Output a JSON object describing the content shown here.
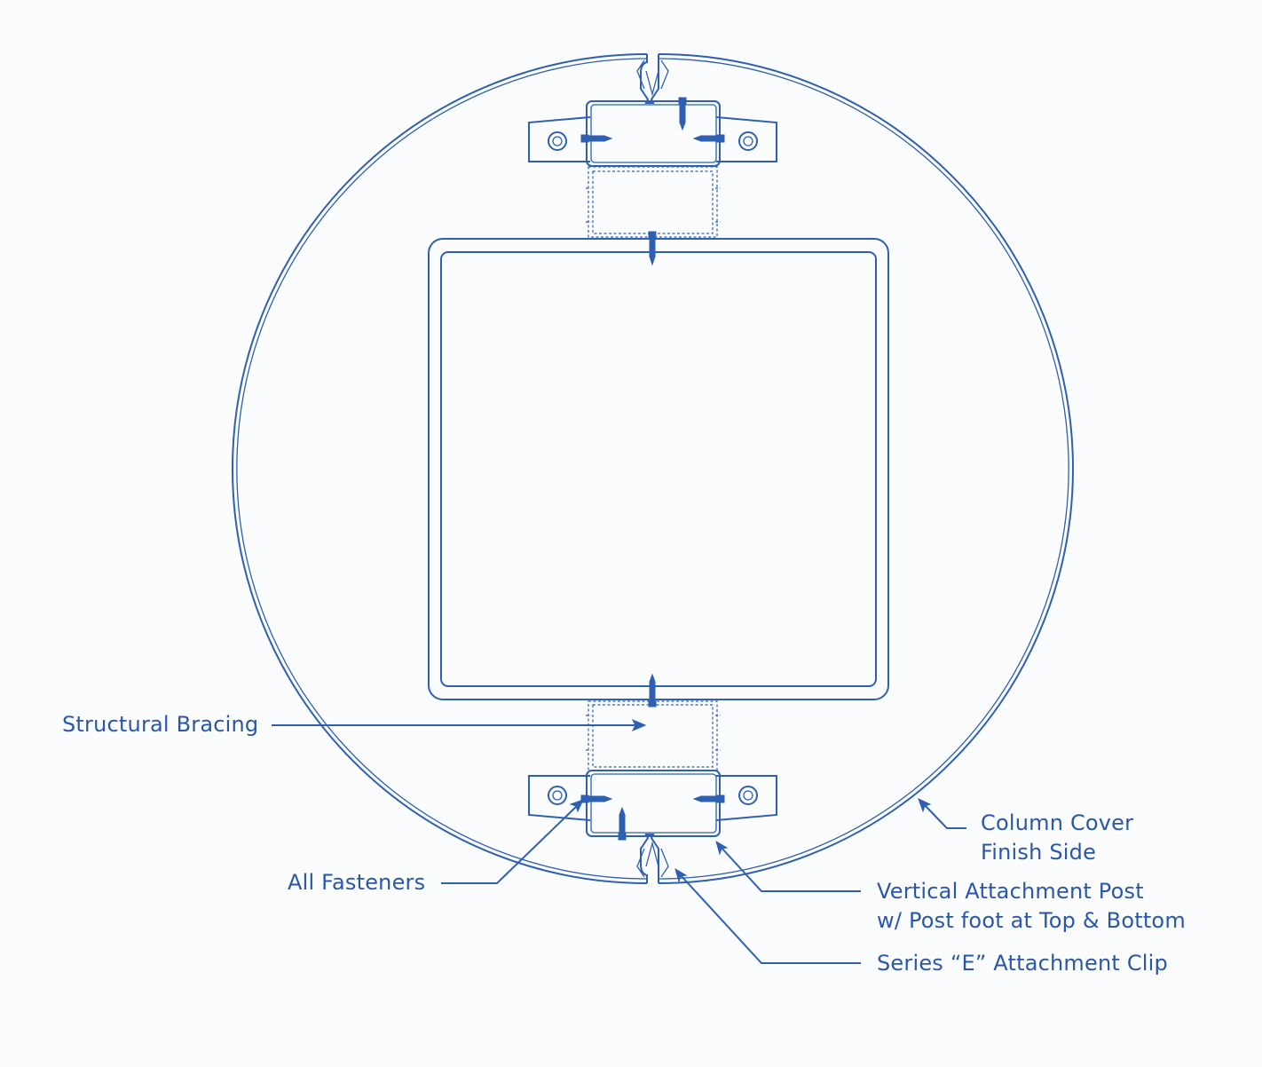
{
  "colors": {
    "line": "#2f5fb0",
    "text": "#2a57a8",
    "background": "#fbfcfe"
  },
  "labels": {
    "structural_bracing": "Structural Bracing",
    "all_fasteners": "All Fasteners",
    "column_cover_line1": "Column Cover",
    "column_cover_line2": "Finish Side",
    "vertical_post_line1": "Vertical Attachment Post",
    "vertical_post_line2": "w/ Post foot at Top & Bottom",
    "series_e_clip": "Series “E” Attachment Clip"
  }
}
